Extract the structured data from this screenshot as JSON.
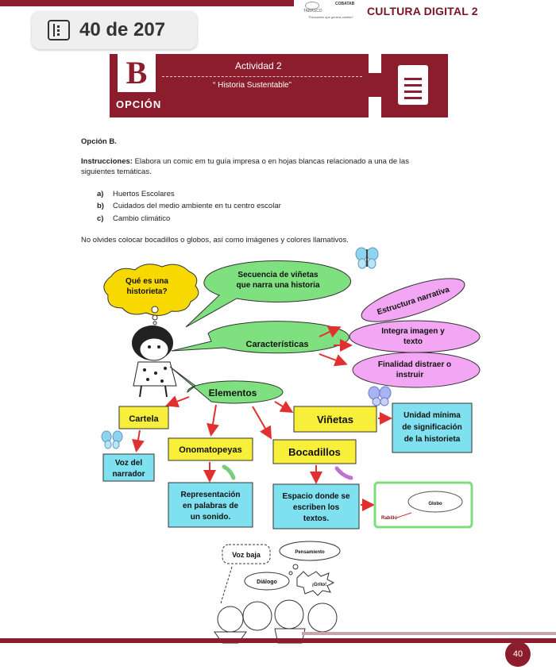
{
  "header": {
    "logo_text_left": "TABASCO",
    "logo_text_right": "COBATAB",
    "logo_tagline": "\"Educación que genera cambio\"",
    "title": "CULTURA DIGITAL 2"
  },
  "viewer": {
    "page_indicator": "40 de 207"
  },
  "banner": {
    "letter": "B",
    "option_label": "OPCIÓN",
    "activity": "Actividad 2",
    "subtitle": "“ Historia Sustentable”",
    "icon": "document-icon",
    "color": "#8c1d2c"
  },
  "content": {
    "option_heading": "Opción B.",
    "instructions_label": "Instrucciones:",
    "instructions_line1": "Elabora un comic em tu guía impresa o en hojas blancas relacionado a una de las",
    "instructions_line2": "siguientes temáticas.",
    "topics": [
      {
        "marker": "a)",
        "text": "Huertos Escolares"
      },
      {
        "marker": "b)",
        "text": "Cuidados del medio ambiente en tu centro escolar"
      },
      {
        "marker": "c)",
        "text": "Cambio climático"
      }
    ],
    "reminder": "No olvides colocar bocadillos o globos, así como imágenes y colores llamativos."
  },
  "mindmap": {
    "question": [
      "Qué es una",
      "historieta?"
    ],
    "definition": [
      "Secuencia de viñetas",
      "que narra una historia"
    ],
    "structure": "Estructura narrativa",
    "characteristics": "Características",
    "integrates": [
      "Integra imagen  y",
      "texto"
    ],
    "purpose": [
      "Finalidad distraer o",
      "instruir"
    ],
    "elements": "Elementos",
    "cartela": "Cartela",
    "vinetas": "Viñetas",
    "unit": [
      "Unidad mínima",
      "de significación",
      "de la historieta"
    ],
    "onomatopeyas": "Onomatopeyas",
    "bocadillos": "Bocadillos",
    "voz": [
      "Voz del",
      "narrador"
    ],
    "representacion": [
      "Representación",
      "en palabras de",
      "un sonido."
    ],
    "espacio": [
      "Espacio donde se",
      "escriben los",
      "textos."
    ],
    "globo": "Globo",
    "rabillo": "Rabillo",
    "voz_baja": "Voz baja",
    "pensamiento": "Pensamiento",
    "dialogo": "Diálogo",
    "grito": "¡Grito!"
  },
  "footer": {
    "page_number": "40"
  }
}
